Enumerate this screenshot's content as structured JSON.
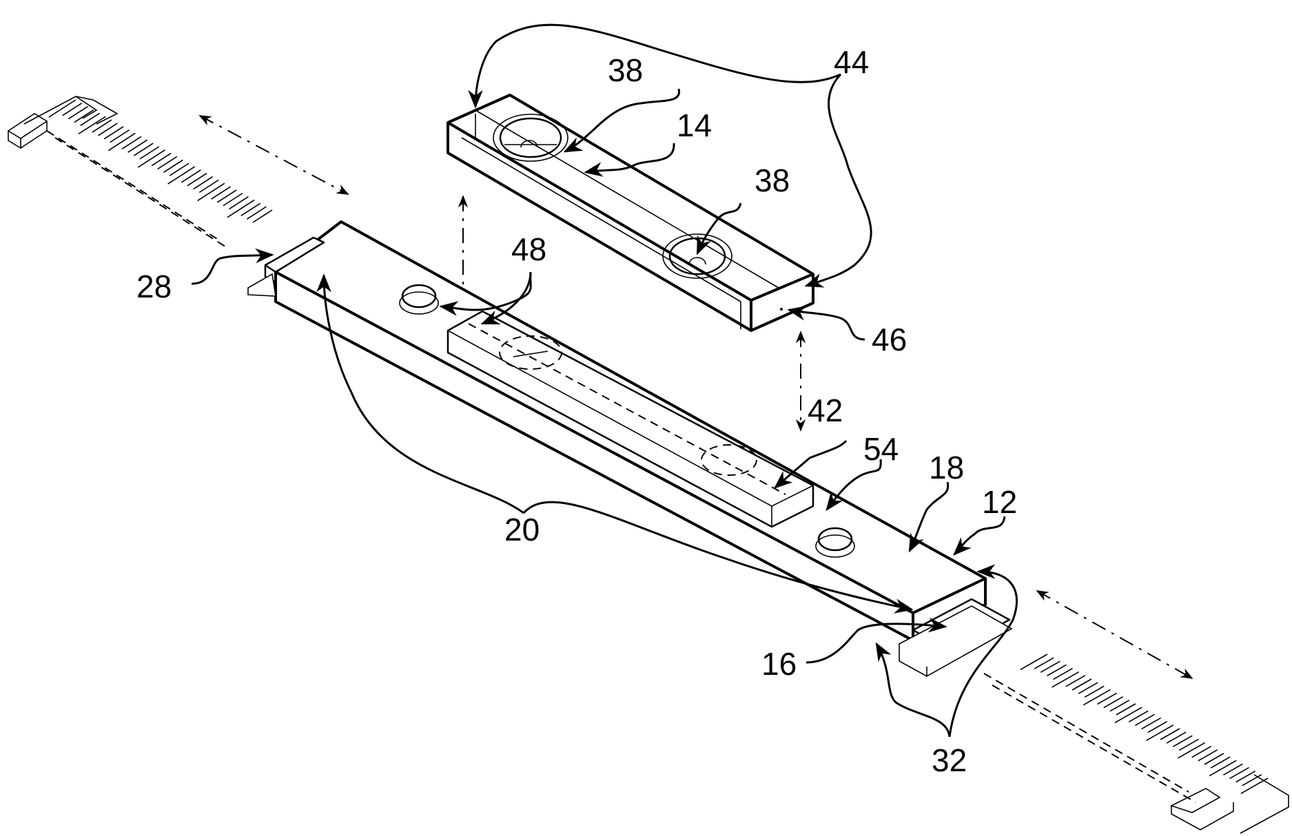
{
  "figure": {
    "type": "patent exploded isometric drawing",
    "reference_numerals": {
      "upper_housing": "14",
      "upper_holes_a": "38",
      "upper_holes_b": "38",
      "upper_bracket": "44",
      "upper_end_mark": "46",
      "recess": "48",
      "left_end": "28",
      "pocket": "42",
      "top_surface": "54",
      "inner_face": "18",
      "lower_housing": "12",
      "side_bracket": "20",
      "tape_slot": "16",
      "end_bracket": "32"
    }
  }
}
